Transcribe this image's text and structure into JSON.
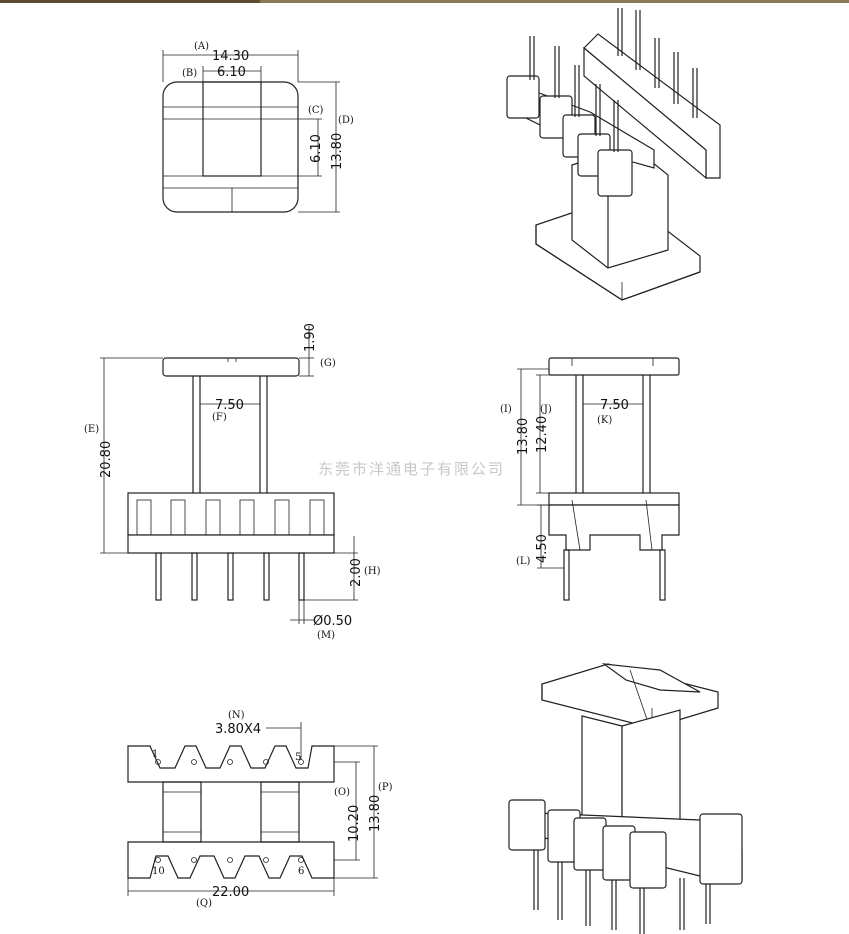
{
  "watermark": "东莞市洋通电子有限公司",
  "colors": {
    "line": "#222222",
    "watermark": "#c8c8c8",
    "topbar": "#8a7a55"
  },
  "top_view": {
    "dims": [
      {
        "tag": "(A)",
        "value": "14.30"
      },
      {
        "tag": "(B)",
        "value": "6.10"
      },
      {
        "tag": "(C)",
        "value": "6.10"
      },
      {
        "tag": "(D)",
        "value": "13.80"
      }
    ]
  },
  "front_view": {
    "dims": [
      {
        "tag": "(G)",
        "value": "1.90"
      },
      {
        "tag": "(E)",
        "value": "20.80"
      },
      {
        "tag": "(F)",
        "value": "7.50"
      },
      {
        "tag": "(H)",
        "value": "2.00"
      },
      {
        "tag": "(M)",
        "value": "Ø0.50"
      }
    ]
  },
  "side_view": {
    "dims": [
      {
        "tag": "(I)",
        "value": "13.80"
      },
      {
        "tag": "(J)",
        "value": "12.40"
      },
      {
        "tag": "(K)",
        "value": "7.50"
      },
      {
        "tag": "(L)",
        "value": "4.50"
      }
    ]
  },
  "bottom_view": {
    "dims": [
      {
        "tag": "(N)",
        "value": "3.80X4"
      },
      {
        "tag": "(O)",
        "value": "10.20"
      },
      {
        "tag": "(P)",
        "value": "13.80"
      },
      {
        "tag": "(Q)",
        "value": "22.00"
      }
    ],
    "pin_labels": [
      "1",
      "5",
      "10",
      "6"
    ]
  }
}
